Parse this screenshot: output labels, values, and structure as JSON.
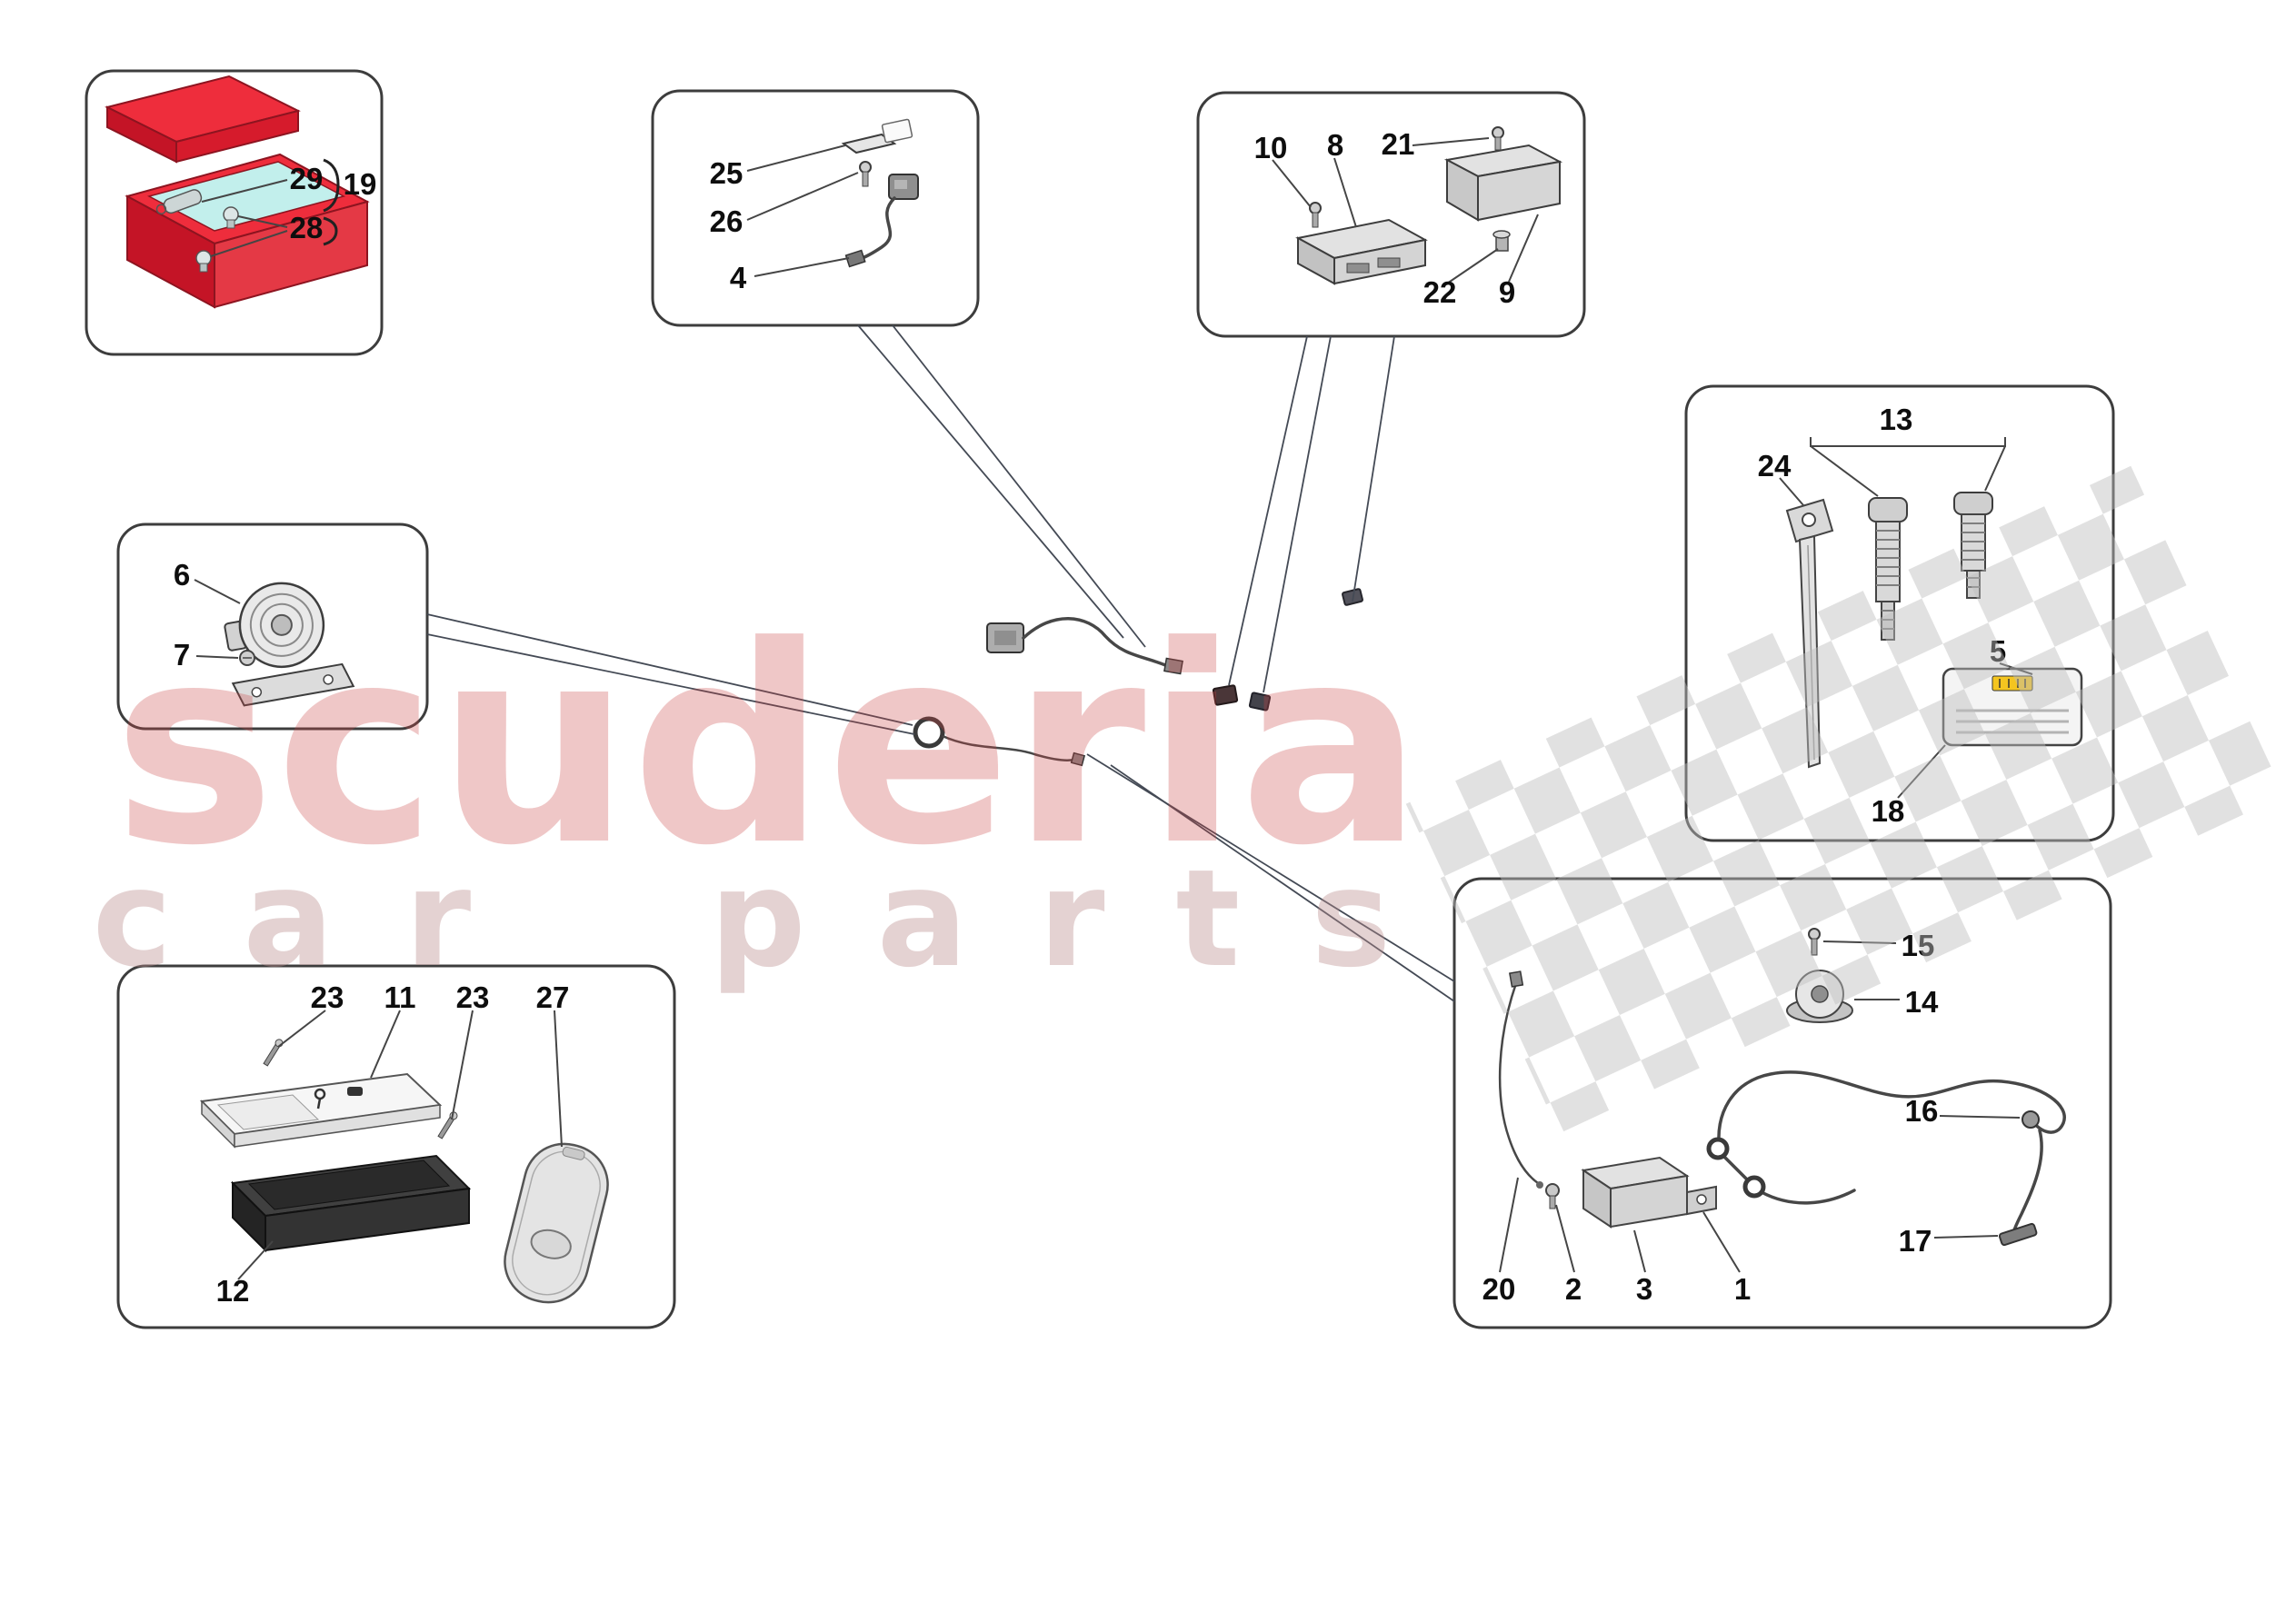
{
  "watermark": {
    "line1": "scuderia",
    "line2": "car parts"
  },
  "callouts": {
    "c1": "1",
    "c2": "2",
    "c3": "3",
    "c4": "4",
    "c5": "5",
    "c6": "6",
    "c7": "7",
    "c8": "8",
    "c9": "9",
    "c10": "10",
    "c11": "11",
    "c12": "12",
    "c13": "13",
    "c14": "14",
    "c15": "15",
    "c16": "16",
    "c17": "17",
    "c18": "18",
    "c19": "19",
    "c20": "20",
    "c21": "21",
    "c22": "22",
    "c23a": "23",
    "c23b": "23",
    "c24": "24",
    "c25": "25",
    "c26": "26",
    "c27": "27",
    "c28": "28",
    "c29": "29"
  },
  "colors": {
    "box_red": "#ee2d3c",
    "box_shadow_red": "#c41426",
    "box_interior_teal": "#c2efec",
    "watermark_pink": "#c94444",
    "watermark_gray_pink": "#bb8f8f",
    "checker_gray": "#bdbdbd",
    "badge_yellow": "#f4c520"
  }
}
